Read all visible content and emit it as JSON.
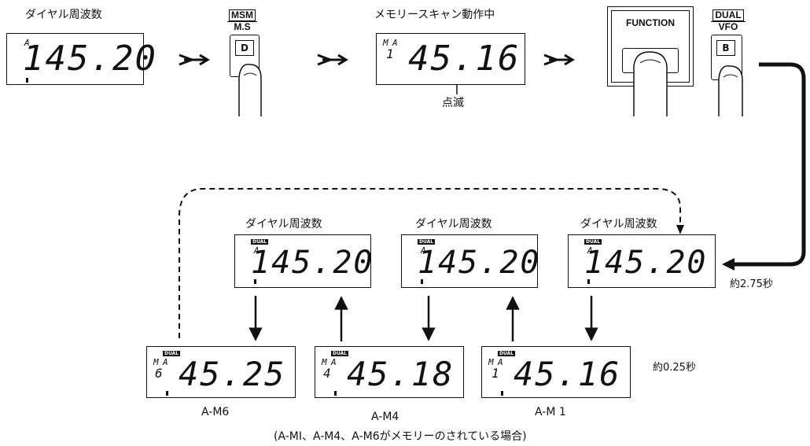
{
  "top": {
    "caption_dial_freq": "ダイヤル周波数",
    "caption_memory_scan": "メモリースキャン動作中",
    "blink_label": "点滅",
    "display1": {
      "ch": "A",
      "freq": "145.20"
    },
    "display2": {
      "mode": "M",
      "ch": "A",
      "mem": "1",
      "freq": "45.16"
    },
    "key_msm": {
      "label_top": "MSM",
      "label_bottom": "M.S",
      "key": "D"
    },
    "key_function": {
      "label": "FUNCTION"
    },
    "key_dual": {
      "label_top": "DUAL",
      "label_bottom": "VFO",
      "key": "B"
    }
  },
  "middle": {
    "displays": [
      {
        "caption": "ダイヤル周波数",
        "tag": "DUAL",
        "ch": "A",
        "freq": "145.20"
      },
      {
        "caption": "ダイヤル周波数",
        "tag": "DUAL",
        "ch": "A",
        "freq": "145.20"
      },
      {
        "caption": "ダイヤル周波数",
        "tag": "DUAL",
        "ch": "A",
        "freq": "145.20"
      }
    ],
    "time_long": "約2.75秒"
  },
  "bottom": {
    "displays": [
      {
        "tag": "DUAL",
        "mode": "M",
        "ch": "A",
        "mem": "6",
        "freq": "45.25",
        "label": "A-M6"
      },
      {
        "tag": "DUAL",
        "mode": "M",
        "ch": "A",
        "mem": "4",
        "freq": "45.18",
        "label": "A-M4"
      },
      {
        "tag": "DUAL",
        "mode": "M",
        "ch": "A",
        "mem": "1",
        "freq": "45.16",
        "label": "A-M 1"
      }
    ],
    "time_short": "約0.25秒",
    "footnote": "(A-MI、A-M4、A-M6がメモリーのされている場合)"
  }
}
